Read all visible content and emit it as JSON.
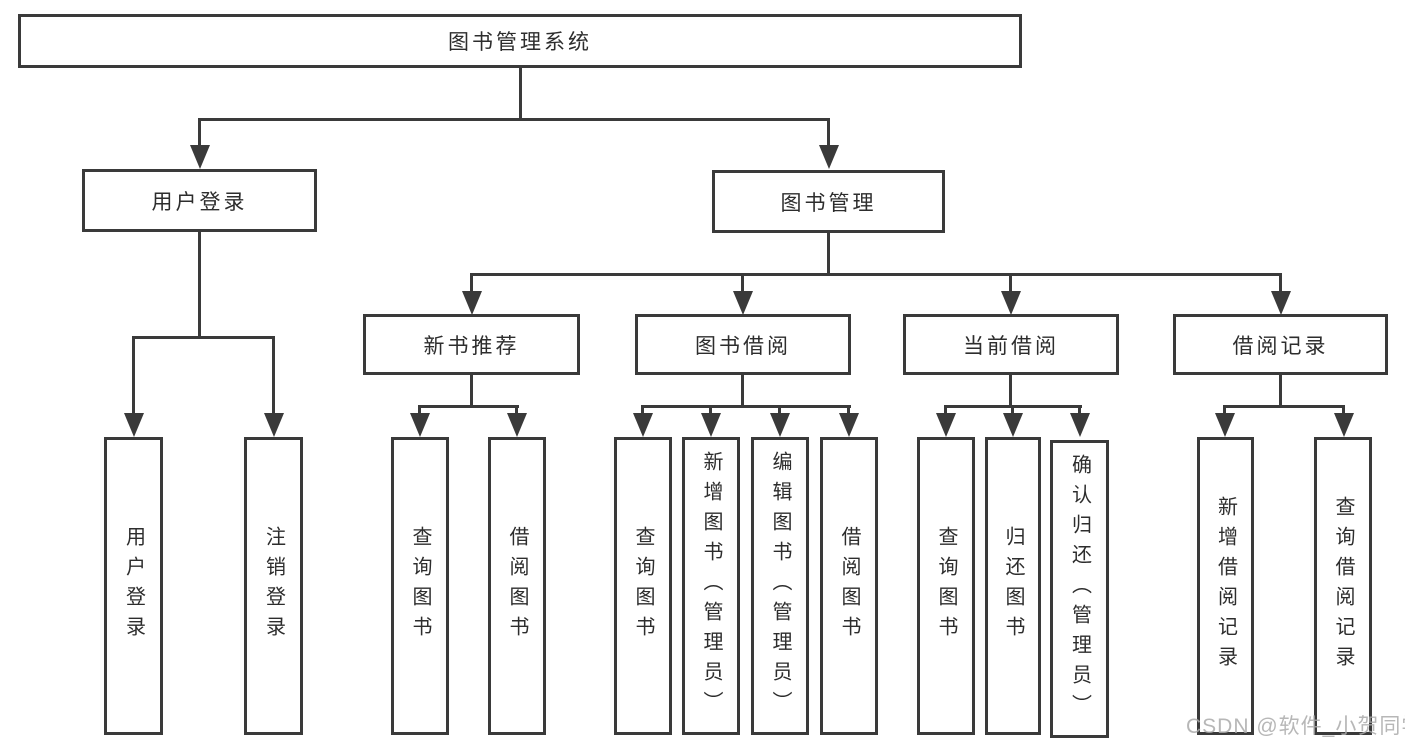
{
  "tree": {
    "label": "图书管理系统",
    "children": [
      {
        "label": "用户登录",
        "children": [
          {
            "label": "用户登录"
          },
          {
            "label": "注销登录"
          }
        ]
      },
      {
        "label": "图书管理",
        "children": [
          {
            "label": "新书推荐",
            "children": [
              {
                "label": "查询图书"
              },
              {
                "label": "借阅图书"
              }
            ]
          },
          {
            "label": "图书借阅",
            "children": [
              {
                "label": "查询图书"
              },
              {
                "label": "新增图书（管理员）"
              },
              {
                "label": "编辑图书（管理员）"
              },
              {
                "label": "借阅图书"
              }
            ]
          },
          {
            "label": "当前借阅",
            "children": [
              {
                "label": "查询图书"
              },
              {
                "label": "归还图书"
              },
              {
                "label": "确认归还（管理员）"
              }
            ]
          },
          {
            "label": "借阅记录",
            "children": [
              {
                "label": "新增借阅记录"
              },
              {
                "label": "查询借阅记录"
              }
            ]
          }
        ]
      }
    ]
  },
  "watermark": {
    "text": "CSDN @软件_小贺同学"
  },
  "colors": {
    "line": "#3a3a3a",
    "box_border": "#3a3a3a",
    "text": "#2d2d2d",
    "watermark": "#aaaaaa",
    "background": "#ffffff"
  }
}
